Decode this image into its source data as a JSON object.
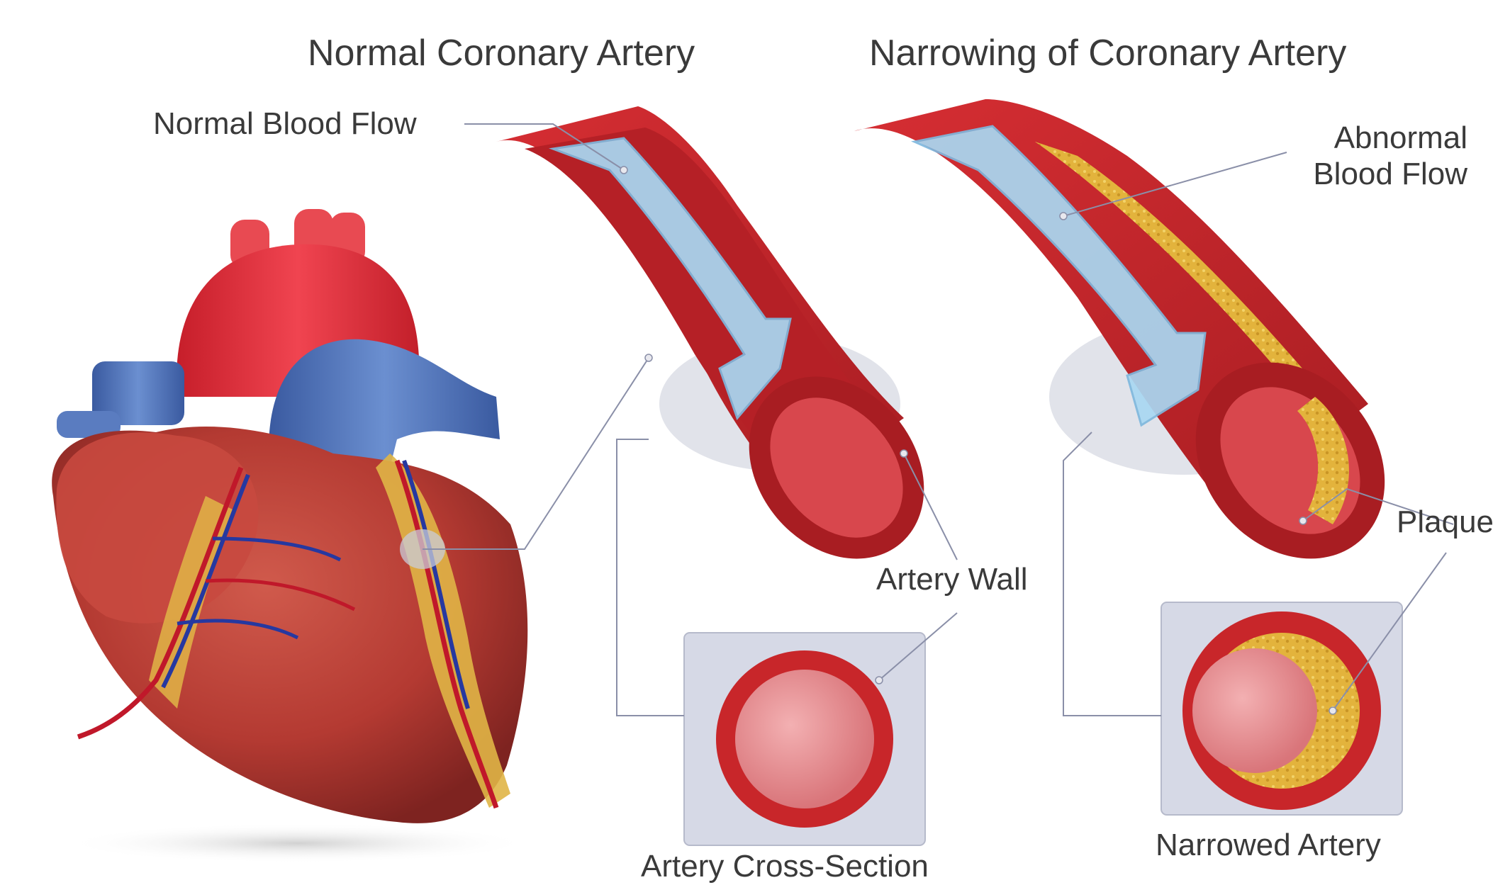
{
  "titles": {
    "normal": "Normal Coronary Artery",
    "narrowing": "Narrowing of Coronary Artery"
  },
  "labels": {
    "normal_flow": "Normal Blood Flow",
    "abnormal_flow_line1": "Abnormal",
    "abnormal_flow_line2": "Blood Flow",
    "plaque": "Plaque",
    "artery_wall": "Artery Wall",
    "cross_section": "Artery Cross-Section",
    "narrowed": "Narrowed Artery"
  },
  "colors": {
    "artery_red": "#c8262a",
    "artery_dark": "#9c1a1e",
    "lumen_pink": "#e98a8e",
    "blood_flow_blue": "#a9d8f2",
    "plaque_yellow": "#e2b43c",
    "vein_blue": "#4a6fb3",
    "aorta_red": "#e63a44",
    "leader_gray": "#8a8fa8",
    "panel_gray": "#d6d9e6"
  }
}
